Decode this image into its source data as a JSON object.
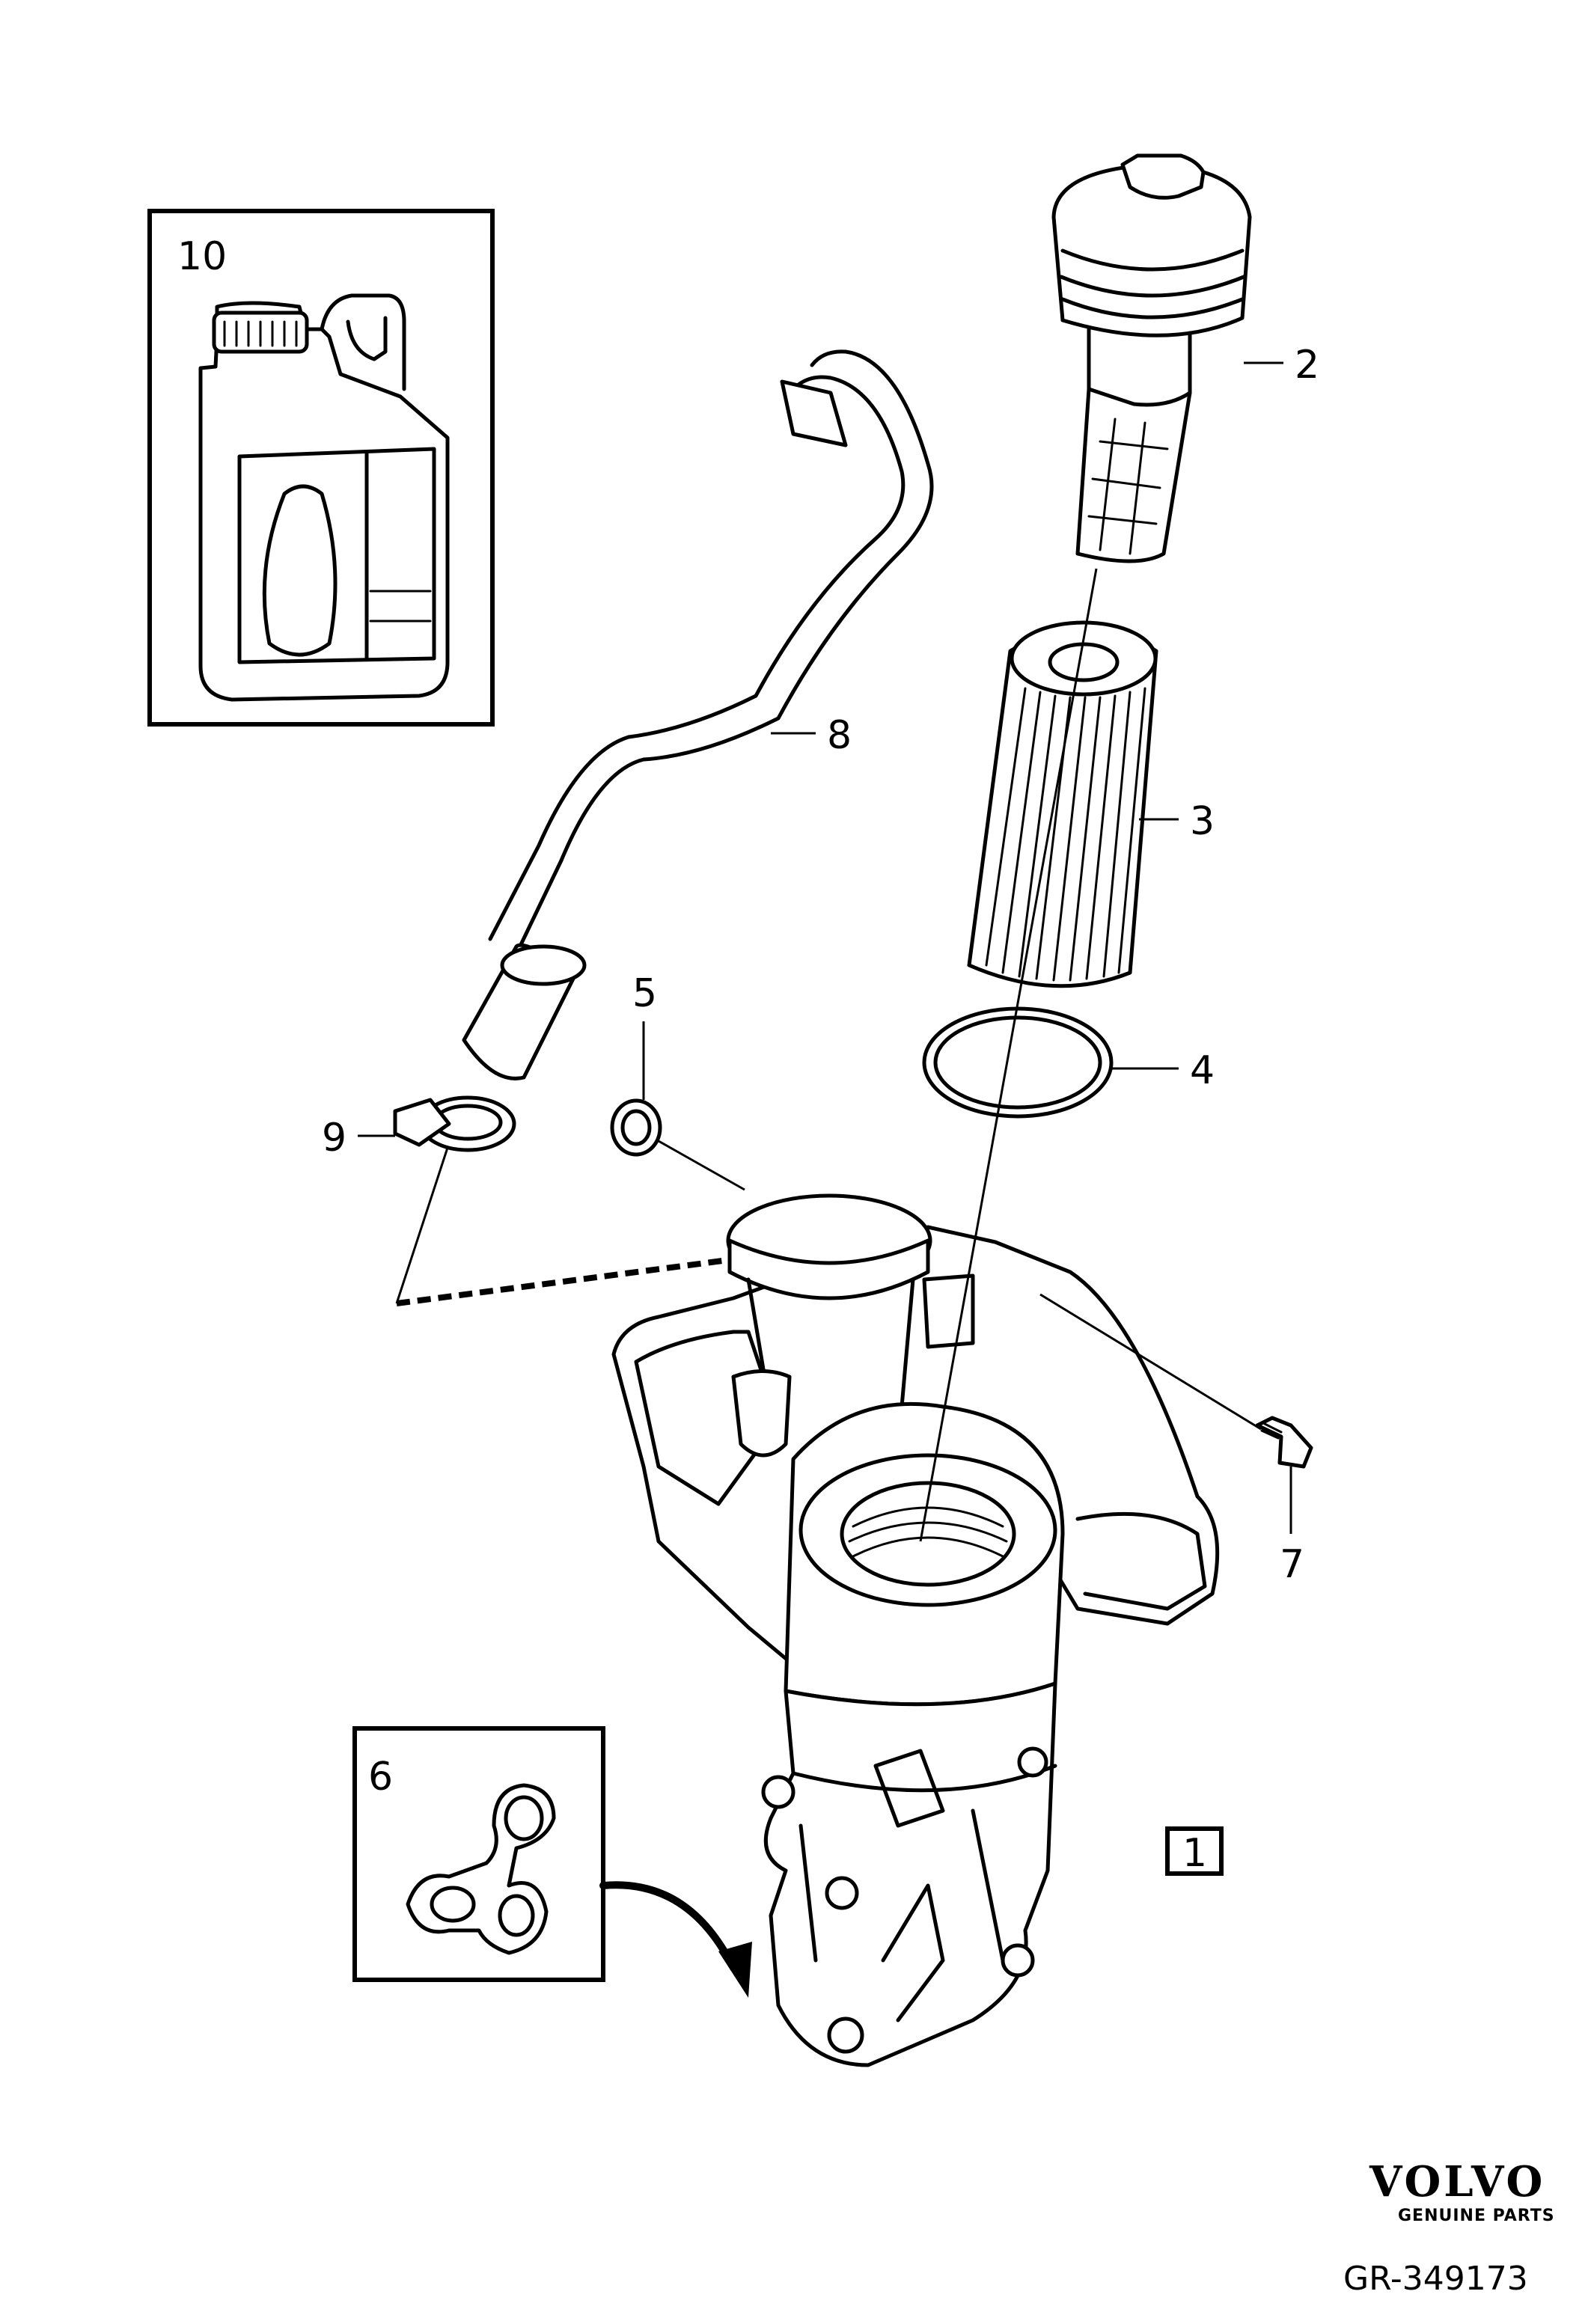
{
  "callouts": {
    "c1": "1",
    "c2": "2",
    "c3": "3",
    "c4": "4",
    "c5": "5",
    "c6": "6",
    "c7": "7",
    "c8": "8",
    "c9": "9",
    "c10": "10"
  },
  "logo": {
    "brand": "VOLVO",
    "subtitle": "GENUINE PARTS"
  },
  "reference": "GR-349173"
}
